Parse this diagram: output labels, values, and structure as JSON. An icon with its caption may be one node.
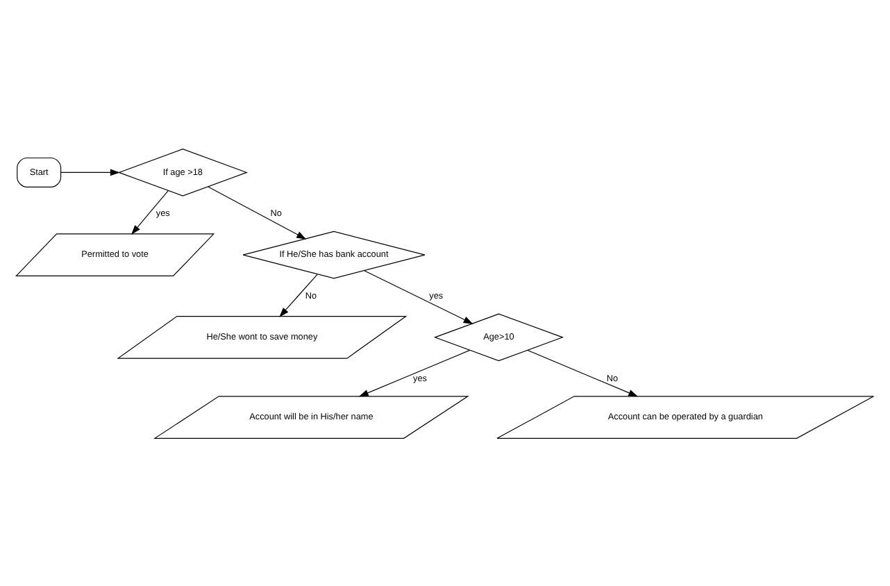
{
  "diagram": {
    "nodes": [
      {
        "text": [
          "Start"
        ]
      },
      {
        "text": [
          "If age >18"
        ]
      },
      {
        "text": [
          "Permitted to vote"
        ]
      },
      {
        "text": [
          "If He/She has bank account"
        ]
      },
      {
        "text": [
          "He/She wont to save money"
        ]
      },
      {
        "text": [
          "Age>10"
        ]
      },
      {
        "text": [
          "Account will be in His/her name"
        ]
      },
      {
        "text": [
          "Account can be operated by a guardian"
        ]
      }
    ],
    "edges": [
      {
        "from": 0,
        "to": 1,
        "arrow": "to"
      },
      {
        "from": 1,
        "to": 2,
        "arrow": "to",
        "label": "yes"
      },
      {
        "from": 1,
        "to": 3,
        "arrow": "to",
        "label": "No"
      },
      {
        "from": 3,
        "to": 5,
        "arrow": "to",
        "label": "yes"
      },
      {
        "from": 3,
        "to": 4,
        "arrow": "to",
        "label": "No"
      },
      {
        "from": 5,
        "to": 6,
        "arrow": "to",
        "label": "yes"
      },
      {
        "from": 5,
        "to": 7,
        "arrow": "to",
        "label": "No"
      }
    ]
  }
}
